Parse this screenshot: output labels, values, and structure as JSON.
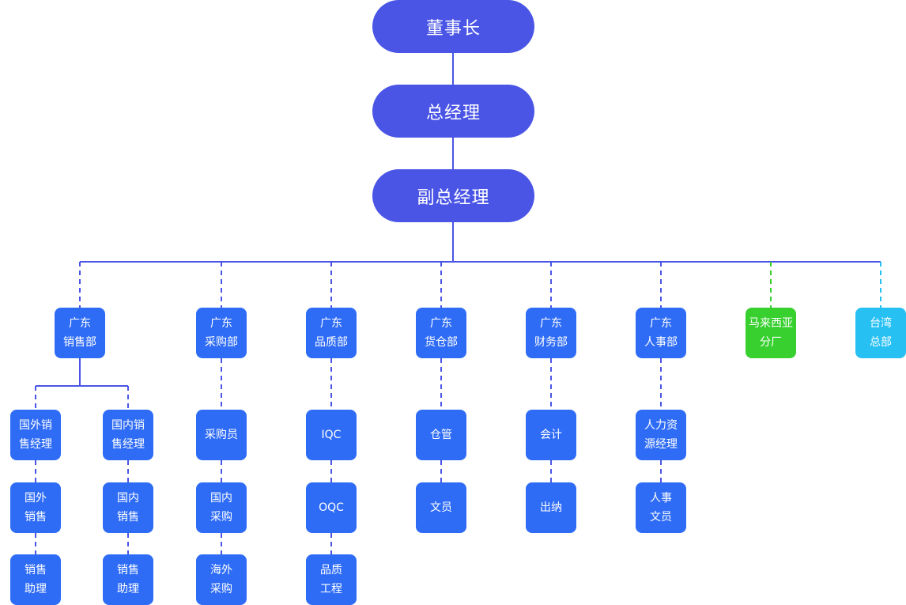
{
  "top": {
    "chairman": "董事长",
    "general_manager": "总经理",
    "deputy_general_manager": "副总经理"
  },
  "departments": {
    "sales": {
      "line1": "广东",
      "line2": "销售部"
    },
    "purchasing": {
      "line1": "广东",
      "line2": "采购部"
    },
    "quality": {
      "line1": "广东",
      "line2": "品质部"
    },
    "warehouse": {
      "line1": "广东",
      "line2": "货仓部"
    },
    "finance": {
      "line1": "广东",
      "line2": "财务部"
    },
    "hr": {
      "line1": "广东",
      "line2": "人事部"
    },
    "malaysia": {
      "line1": "马来西亚",
      "line2": "分厂"
    },
    "taiwan": {
      "line1": "台湾",
      "line2": "总部"
    }
  },
  "sales_foreign": {
    "manager": {
      "line1": "国外销",
      "line2": "售经理"
    },
    "staff": {
      "line1": "国外",
      "line2": "销售"
    },
    "assistant": {
      "line1": "销售",
      "line2": "助理"
    }
  },
  "sales_domestic": {
    "manager": {
      "line1": "国内销",
      "line2": "售经理"
    },
    "staff": {
      "line1": "国内",
      "line2": "销售"
    },
    "assistant": {
      "line1": "销售",
      "line2": "助理"
    }
  },
  "purchasing_roles": {
    "buyer": "采购员",
    "domestic": {
      "line1": "国内",
      "line2": "采购"
    },
    "overseas": {
      "line1": "海外",
      "line2": "采购"
    }
  },
  "quality_roles": {
    "iqc": "IQC",
    "oqc": "OQC",
    "engineering": {
      "line1": "品质",
      "line2": "工程"
    }
  },
  "warehouse_roles": {
    "keeper": "仓管",
    "clerk": "文员"
  },
  "finance_roles": {
    "accountant": "会计",
    "cashier": "出纳"
  },
  "hr_roles": {
    "manager": {
      "line1": "人力资",
      "line2": "源经理"
    },
    "clerk": {
      "line1": "人事",
      "line2": "文员"
    }
  },
  "colors": {
    "pill": "#4a55e6",
    "box": "#2f6cf6",
    "malaysia": "#37d02e",
    "taiwan": "#27c0f3",
    "line": "#4a55e6"
  }
}
